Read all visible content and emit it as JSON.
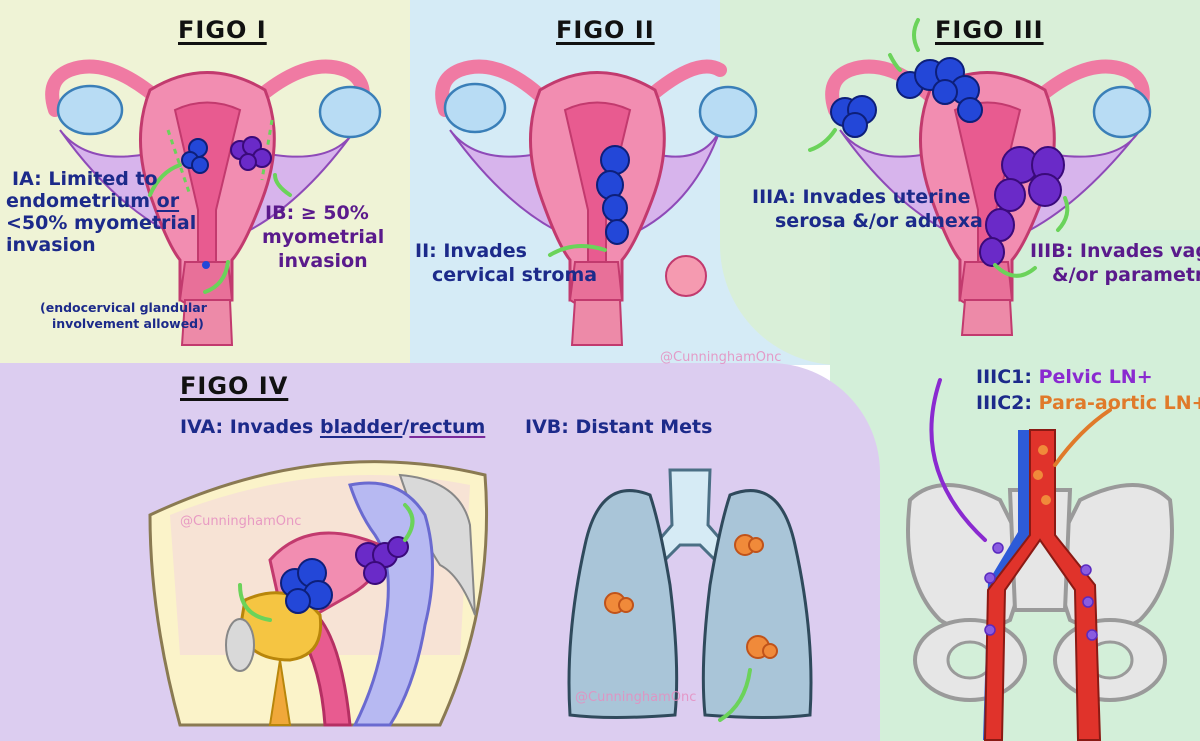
{
  "colors": {
    "bg_figo1": "#eff3d6",
    "bg_figo2": "#d5ebf6",
    "bg_figo3": "#d9efd8",
    "bg_figo4": "#dccdf0",
    "bg_ln": "#d3efd9",
    "uterus": "#f07aa3",
    "uterus_inner": "#e04f85",
    "ovary": "#b8dcf4",
    "tumor_blue": "#2347d8",
    "tumor_purple": "#6a2ac8",
    "arrow_green": "#6bd35a",
    "text_navy": "#1c2a8a",
    "text_purple": "#5a1a8c",
    "orange": "#f08a3a"
  },
  "figo1": {
    "title": "FIGO I",
    "ia_label": "IA",
    "ia_text1": ": Limited to",
    "ia_text2a": "endometrium ",
    "ia_text2b": "or",
    "ia_text3": "<50% myometrial",
    "ia_text4": "invasion",
    "ib_label": "IB",
    "ib_text1": ": ≥ 50%",
    "ib_text2": "myometrial",
    "ib_text3": "invasion",
    "note1": "(endocervical glandular",
    "note2": "involvement allowed)"
  },
  "figo2": {
    "title": "FIGO II",
    "label": "II",
    "text1": ": Invades",
    "text2": "cervical stroma"
  },
  "figo3": {
    "title": "FIGO III",
    "iiia_label": "IIIA",
    "iiia_text1": ": Invades uterine",
    "iiia_text2": "serosa &/or adnexa",
    "iiib_label": "IIIB",
    "iiib_text1": ": Invades vagina",
    "iiib_text2": "&/or parametria"
  },
  "figo4": {
    "title": "FIGO IV",
    "iva_label": "IVA",
    "iva_text": ": Invades ",
    "iva_bladder": "bladder",
    "iva_slash": "/",
    "iva_rectum": "rectum",
    "ivb_label": "IVB",
    "ivb_text": ": Distant Mets"
  },
  "ln": {
    "iiic1_label": "IIIC1",
    "iiic1_sep": ": ",
    "iiic1_text": "Pelvic LN+",
    "iiic2_label": "IIIC2",
    "iiic2_sep": ": ",
    "iiic2_text": "Para-aortic LN+"
  },
  "watermarks": {
    "w1": "@CunninghamOnc",
    "w2": "@CunninghamOnc",
    "w3": "@CunninghamOnc"
  }
}
